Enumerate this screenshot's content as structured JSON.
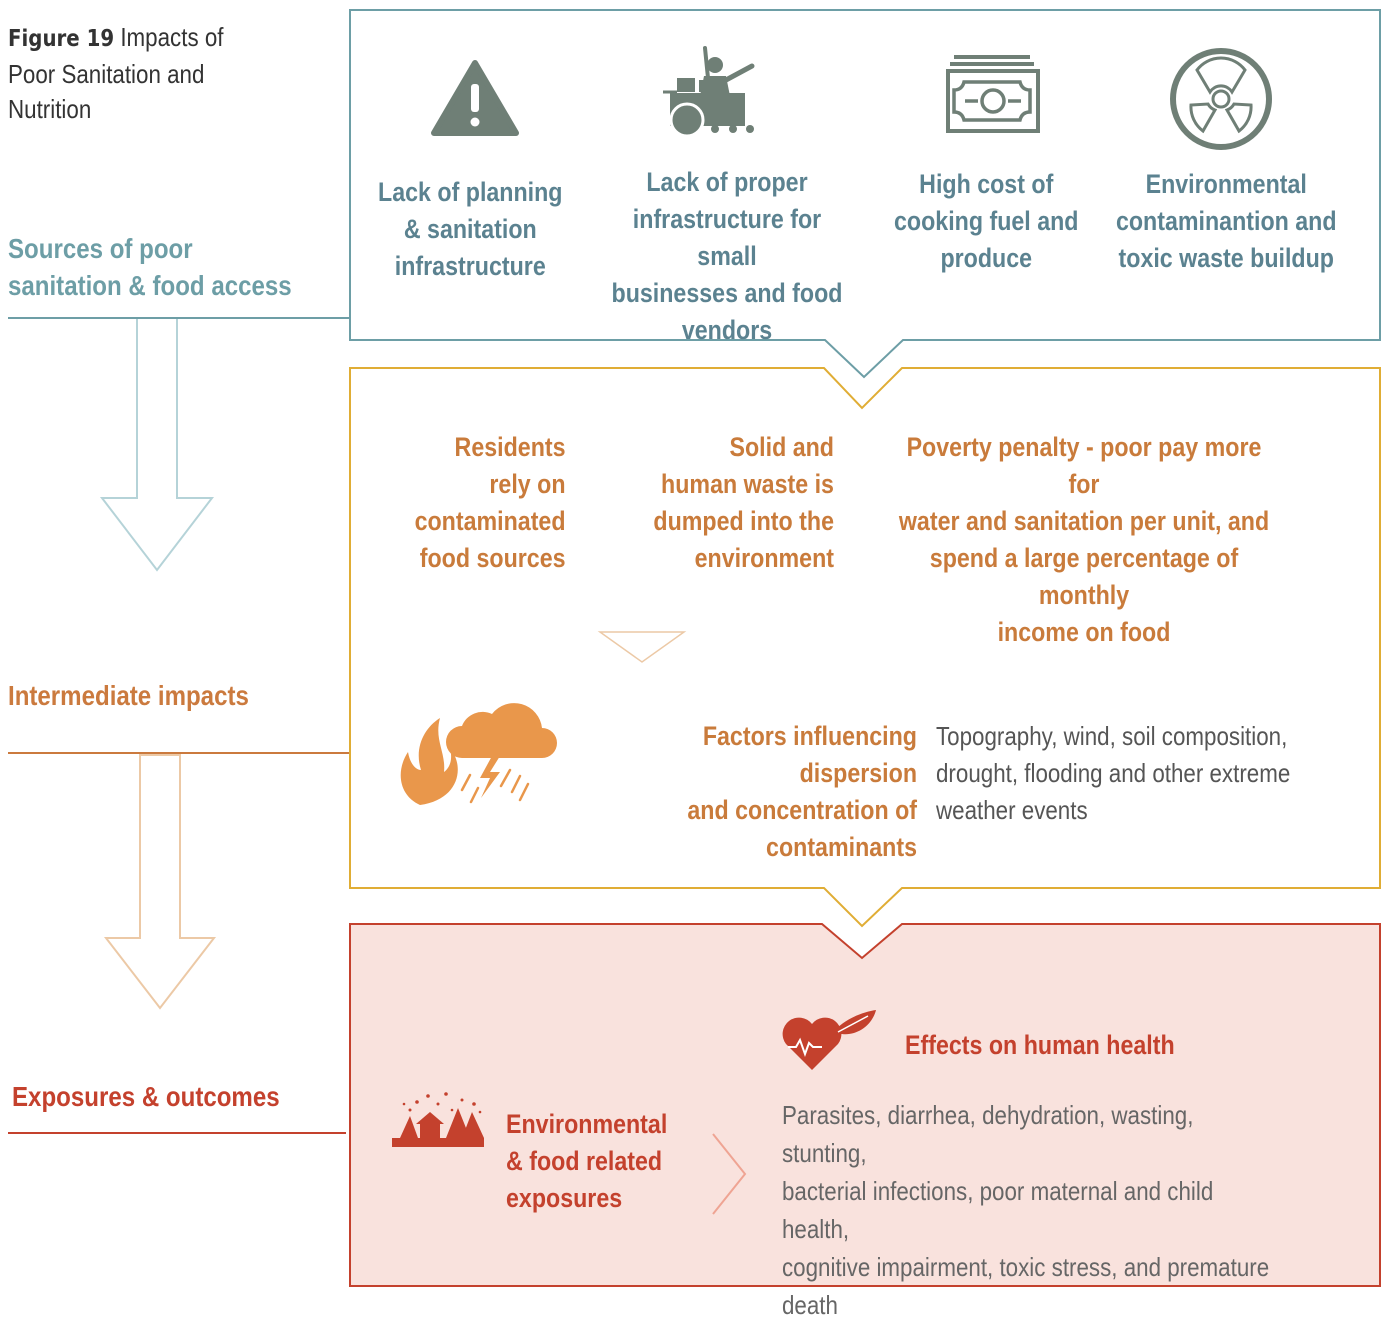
{
  "figure": {
    "label": "Figure 19",
    "title": "Impacts of Poor Sanitation and Nutrition"
  },
  "sections": {
    "sources": "Sources of poor\nsanitation & food access",
    "intermediate": "Intermediate impacts",
    "exposures": "Exposures & outcomes"
  },
  "sources": [
    {
      "icon": "warning-icon",
      "label": "Lack of planning\n& sanitation\ninfrastructure"
    },
    {
      "icon": "food-vendor-cart-icon",
      "label": "Lack of proper\ninfrastructure for small\nbusinesses and food\nvendors"
    },
    {
      "icon": "banknote-icon",
      "label": "High cost of\ncooking fuel and\nproduce"
    },
    {
      "icon": "radiation-icon",
      "label": "Environmental\ncontaminantion and\ntoxic waste buildup"
    }
  ],
  "intermediate": {
    "impacts": [
      "Residents\nrely on\ncontaminated\nfood sources",
      "Solid and\nhuman waste is\ndumped into the\nenvironment",
      "Poverty penalty - poor pay more for\nwater and sanitation per unit, and\nspend a large percentage of monthly\nincome on food"
    ],
    "factors_label": "Factors influencing dispersion\nand concentration of\ncontaminants",
    "factors_detail": "Topography, wind, soil composition,\ndrought, flooding and other extreme\nweather events",
    "factors_icons": [
      "fire-icon",
      "storm-cloud-icon"
    ]
  },
  "outcomes": {
    "exposures_label": "Environmental\n& food related\nexposures",
    "exposures_icon": "polluted-house-icon",
    "health_title": "Effects on human health",
    "health_icon": "heart-leaf-icon",
    "health_detail": "Parasites, diarrhea, dehydration, wasting, stunting,\nbacterial infections, poor maternal and child health,\ncognitive impairment, toxic stress, and premature\ndeath"
  },
  "colors": {
    "sources": "#6d9ea6",
    "sources_icon": "#6f7f76",
    "intermediate": "#cb7a3e",
    "intermediate_box": "#e0ad35",
    "outcomes": "#c4412d",
    "outcomes_fill": "#f9e2dd"
  }
}
